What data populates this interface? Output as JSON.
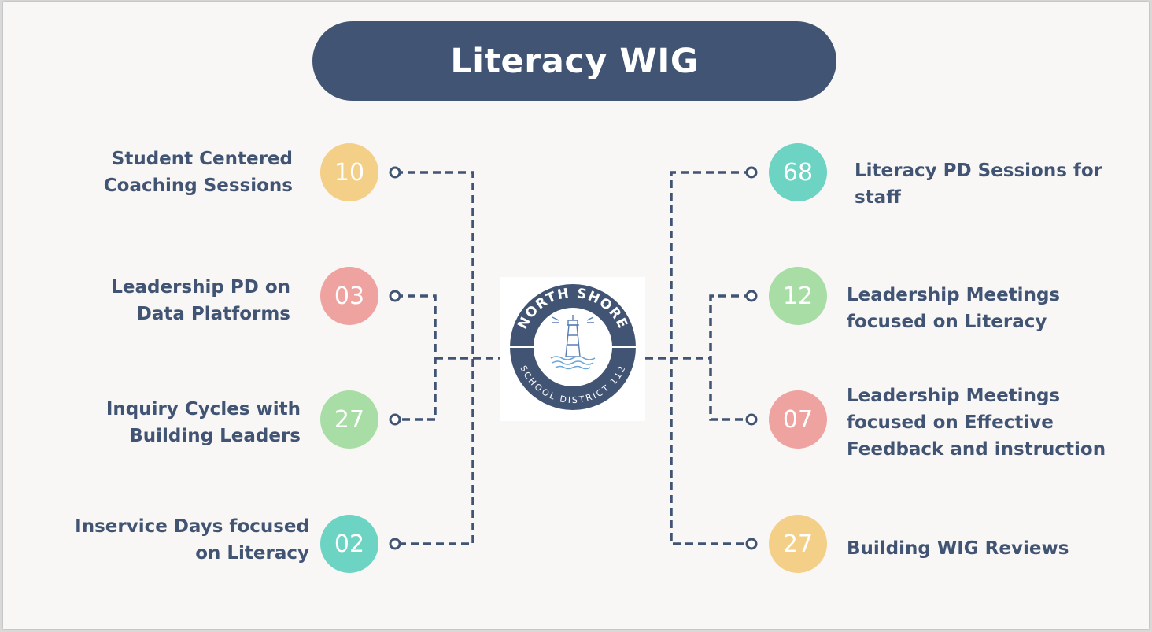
{
  "title": "Literacy WIG",
  "logo": {
    "top_text": "NORTH SHORE",
    "bottom_text": "SCHOOL DISTRICT 112"
  },
  "colors": {
    "navy": "#415473",
    "yellow": "#f4cf87",
    "pink": "#eea3a0",
    "green": "#a8dda5",
    "teal": "#6dd3c3"
  },
  "left_items": [
    {
      "value": "10",
      "label_lines": [
        "Student Centered",
        "Coaching Sessions"
      ],
      "color": "#f4cf87"
    },
    {
      "value": "03",
      "label_lines": [
        "Leadership PD on",
        "Data Platforms"
      ],
      "color": "#eea3a0"
    },
    {
      "value": "27",
      "label_lines": [
        "Inquiry Cycles with",
        "Building Leaders"
      ],
      "color": "#a8dda5"
    },
    {
      "value": "02",
      "label_lines": [
        "Inservice Days focused",
        "on Literacy"
      ],
      "color": "#6dd3c3"
    }
  ],
  "right_items": [
    {
      "value": "68",
      "label_lines": [
        "Literacy PD Sessions for",
        "staff"
      ],
      "color": "#6dd3c3"
    },
    {
      "value": "12",
      "label_lines": [
        "Leadership Meetings",
        "focused on Literacy"
      ],
      "color": "#a8dda5"
    },
    {
      "value": "07",
      "label_lines": [
        "Leadership Meetings",
        "focused on Effective",
        "Feedback and instruction"
      ],
      "color": "#eea3a0"
    },
    {
      "value": "27",
      "label_lines": [
        "Building WIG Reviews"
      ],
      "color": "#f4cf87"
    }
  ]
}
